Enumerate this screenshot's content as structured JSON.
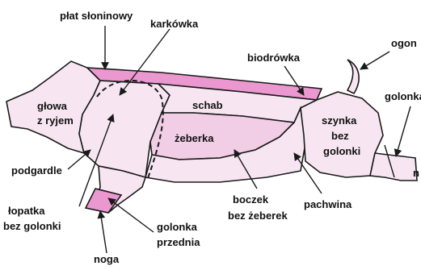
{
  "labels": {
    "plat_sloninowy": "płat słoninowy",
    "karkowka": "karkówka",
    "biodrowka": "biodrówka",
    "ogon": "ogon",
    "golonka_tylna": "golonka",
    "glowa_line1": "głowa",
    "glowa_line2": "z ryjem",
    "schab": "schab",
    "zeberka": "żeberka",
    "szynka_line1": "szynka",
    "szynka_line2": "bez",
    "szynka_line3": "golonki",
    "podgardle": "podgardle",
    "n_fragment": "n",
    "boczek_line1": "boczek",
    "boczek_line2": "bez żeberek",
    "pachwina": "pachwina",
    "lopatka_line1": "łopatka",
    "lopatka_line2": "bez golonki",
    "golonka_przednia_line1": "golonka",
    "golonka_przednia_line2": "przednia",
    "noga": "noga"
  },
  "colors": {
    "outline": "#1a1a1a",
    "region_light": "#f7e6f2",
    "region_mid": "#f2cde6",
    "region_pink": "#ea98cf",
    "background": "#ffffff"
  }
}
